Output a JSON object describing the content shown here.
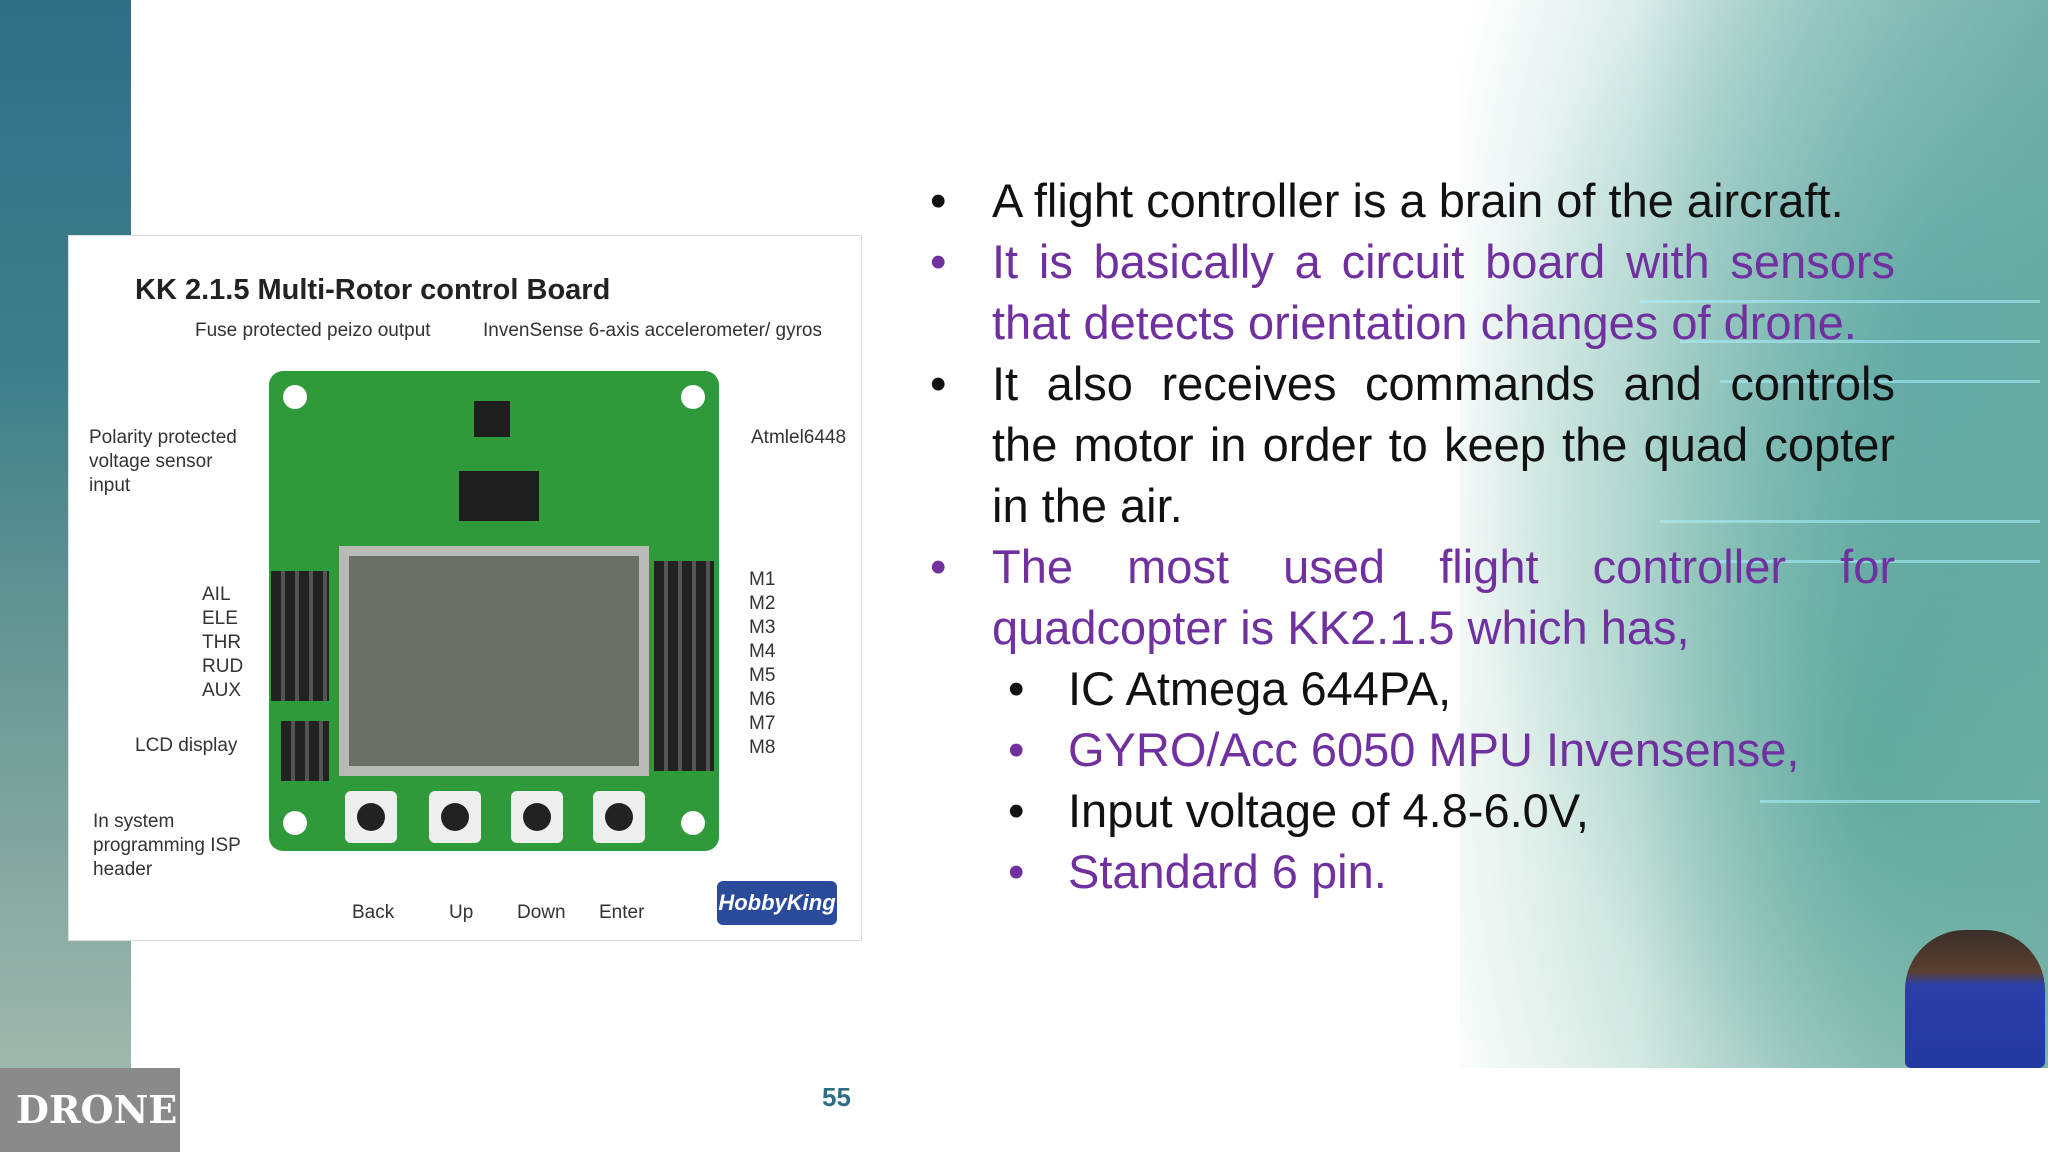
{
  "slide": {
    "page_number": "55",
    "footer_tag": "DRONE"
  },
  "figure": {
    "title": "KK 2.1.5 Multi-Rotor control Board",
    "labels": {
      "fuse": "Fuse protected peizo output",
      "invensense": "InvenSense 6-axis accelerometer/ gyros",
      "polarity": "Polarity protected voltage sensor input",
      "atmel": "Atmlel6448",
      "ail": "AIL",
      "ele": "ELE",
      "thr": "THR",
      "rud": "RUD",
      "aux": "AUX",
      "lcd": "LCD display",
      "isp": "In system programming ISP header",
      "motors": [
        "M1",
        "M2",
        "M3",
        "M4",
        "M5",
        "M6",
        "M7",
        "M8"
      ],
      "back": "Back",
      "up": "Up",
      "down": "Down",
      "enter": "Enter",
      "logo": "HobbyKing"
    },
    "colors": {
      "board": "#2f9a3a",
      "lcd": "#6b6f66"
    }
  },
  "bullets": [
    {
      "level": 1,
      "color": "#111111",
      "text": "A flight controller is a brain of the aircraft."
    },
    {
      "level": 1,
      "color": "#7030a0",
      "text": "It is basically a circuit board with sensors that detects orientation changes of drone."
    },
    {
      "level": 1,
      "color": "#111111",
      "text": "It also receives commands and controls the motor in order to keep the quad copter in the air."
    },
    {
      "level": 1,
      "color": "#7030a0",
      "text": "The most used flight controller for quadcopter is KK2.1.5 which has,"
    },
    {
      "level": 2,
      "color": "#111111",
      "text": " IC Atmega 644PA,"
    },
    {
      "level": 2,
      "color": "#7030a0",
      "text": "GYRO/Acc 6050 MPU Invensense,"
    },
    {
      "level": 2,
      "color": "#111111",
      "text": "Input voltage of 4.8-6.0V,"
    },
    {
      "level": 2,
      "color": "#7030a0",
      "text": "Standard 6 pin."
    }
  ],
  "bullet_symbol": "•"
}
